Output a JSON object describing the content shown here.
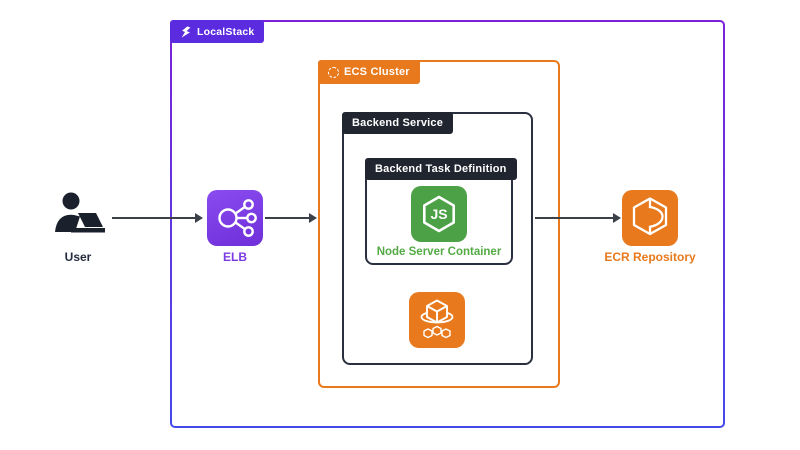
{
  "diagram": {
    "background": "#ffffff",
    "localstack": {
      "label": "LocalStack",
      "badge_color": "#5b2be0",
      "border_gradient_top": "#7c22d6",
      "border_gradient_bottom": "#4549e8"
    },
    "ecs_cluster": {
      "label": "ECS Cluster",
      "color": "#e8791c"
    },
    "backend_service": {
      "label": "Backend Service",
      "badge_color": "#20252f",
      "border_color": "#2a3040"
    },
    "task_definition": {
      "label": "Backend Task Definition",
      "badge_color": "#20252f"
    },
    "nodes": {
      "user": {
        "label": "User",
        "label_color": "#252d3d",
        "icon": "person-at-laptop-icon",
        "icon_color": "#1a202c"
      },
      "elb": {
        "label": "ELB",
        "label_color": "#7b3be4",
        "icon": "load-balancer-icon",
        "icon_color": "#7b3fe8"
      },
      "node_container": {
        "label": "Node Server Container",
        "label_color": "#55a946",
        "icon": "nodejs-hexagon-icon",
        "icon_text": "JS",
        "icon_color": "#4ca146"
      },
      "ecs_service": {
        "icon": "ecs-containers-icon",
        "icon_color": "#e8791c"
      },
      "ecr": {
        "label": "ECR Repository",
        "label_color": "#e8791c",
        "icon": "ecr-registry-icon",
        "icon_color": "#e8791c"
      }
    },
    "arrows": [
      {
        "from": "user",
        "to": "elb"
      },
      {
        "from": "elb",
        "to": "ecs-cluster"
      },
      {
        "from": "backend-service",
        "to": "ecr-repository"
      }
    ],
    "arrow_color": "#3b4049"
  }
}
